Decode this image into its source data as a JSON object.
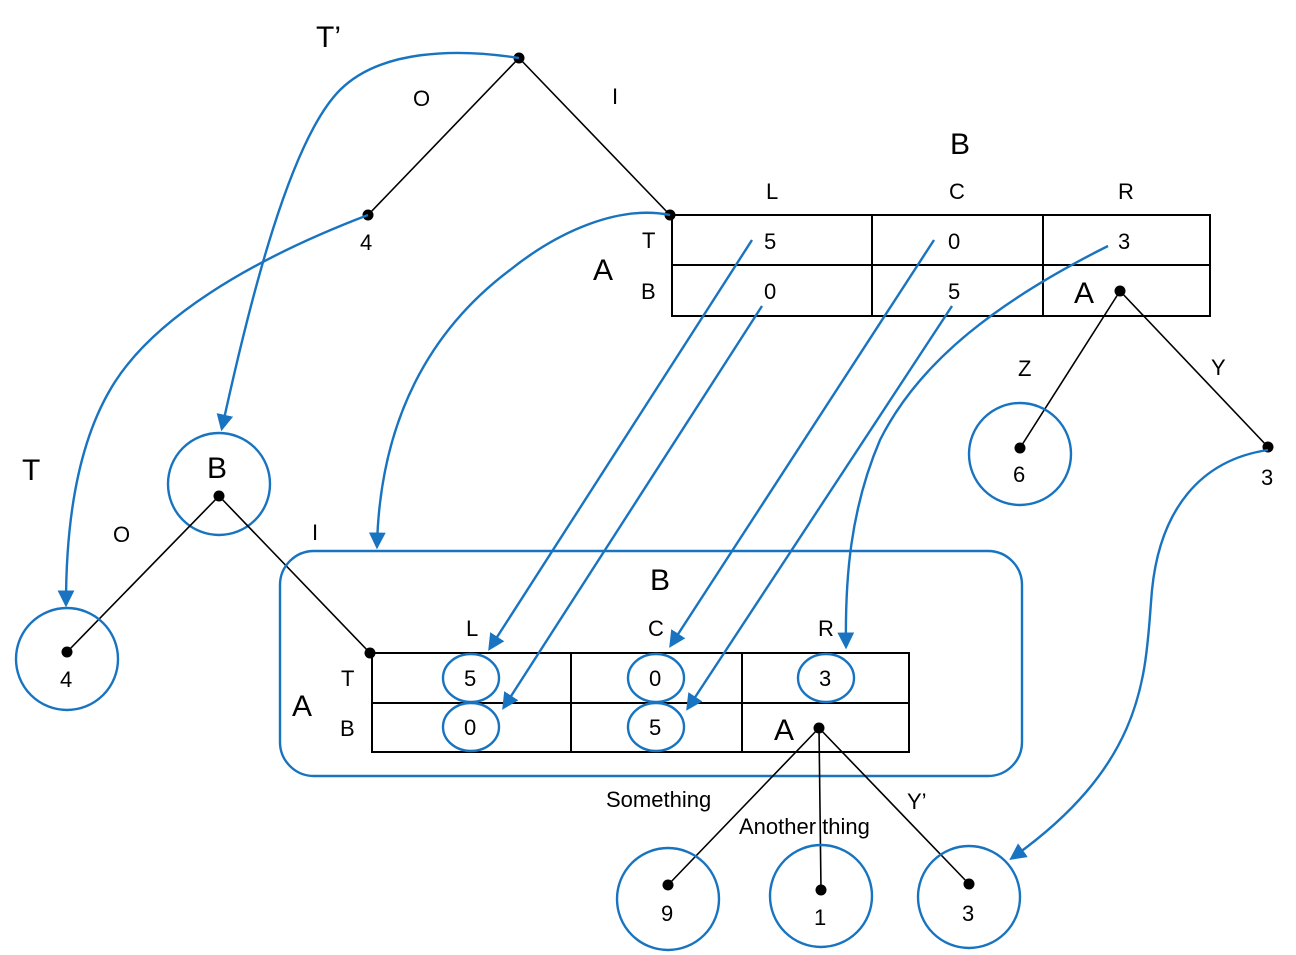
{
  "colors": {
    "accent": "#1874c0",
    "line": "#000000"
  },
  "upper_tree": {
    "root_label": "T’",
    "edge_left": "O",
    "edge_right": "I",
    "leaf_value": "4",
    "matrix": {
      "col_player": "B",
      "row_player": "A",
      "cols": [
        "L",
        "C",
        "R"
      ],
      "rows": [
        "T",
        "B"
      ],
      "cells": [
        [
          "5",
          "0",
          "3"
        ],
        [
          "0",
          "5",
          ""
        ]
      ],
      "subnode_player": "A",
      "sub_edges": [
        "Z",
        "Y"
      ],
      "sub_leaves": [
        "6",
        "3"
      ]
    }
  },
  "lower_tree": {
    "root_label": "T",
    "root_player": "B",
    "edge_left": "O",
    "edge_right": "I",
    "leaf_value": "4",
    "matrix": {
      "col_player": "B",
      "row_player": "A",
      "cols": [
        "L",
        "C",
        "R"
      ],
      "rows": [
        "T",
        "B"
      ],
      "cells": [
        [
          "5",
          "0",
          "3"
        ],
        [
          "0",
          "5",
          ""
        ]
      ],
      "subnode_player": "A",
      "sub_edges": [
        "Something",
        "Another thing",
        "Y’"
      ],
      "sub_leaves": [
        "9",
        "1",
        "3"
      ]
    }
  }
}
